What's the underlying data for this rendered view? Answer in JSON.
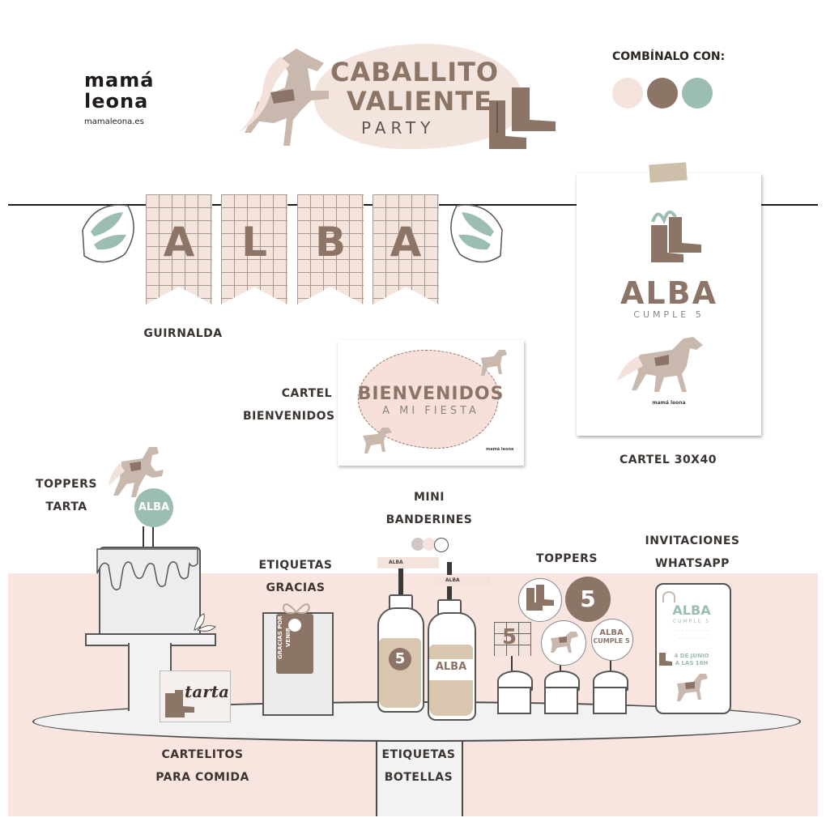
{
  "brand": {
    "line1": "mamá",
    "line2": "leona",
    "url": "mamaleona.es"
  },
  "header": {
    "title_line1": "CABALLITO",
    "title_line2": "VALIENTE",
    "title_line3": "PARTY"
  },
  "palette": {
    "label": "COMBÍNALO CON:",
    "swatches": [
      "#f4e3dc",
      "#8c7466",
      "#9cbdb1"
    ]
  },
  "garland": {
    "letters": [
      "A",
      "L",
      "B",
      "A"
    ],
    "label": "GUIRNALDA"
  },
  "poster_30x40": {
    "name": "ALBA",
    "subtitle": "CUMPLE 5",
    "footer": "mamá leona",
    "label": "CARTEL 30X40"
  },
  "welcome_sign": {
    "line1": "BIENVENIDOS",
    "line2": "A MI FIESTA",
    "footer": "mamá leona",
    "label_line1": "CARTEL",
    "label_line2": "BIENVENIDOS"
  },
  "cake_toppers": {
    "text": "ALBA",
    "label_line1": "TOPPERS",
    "label_line2": "TARTA"
  },
  "thank_you_tags": {
    "text": "GRACIAS POR VENIR",
    "label_line1": "ETIQUETAS",
    "label_line2": "GRACIAS"
  },
  "mini_pennants": {
    "text": "ALBA",
    "label_line1": "MINI",
    "label_line2": "BANDERINES"
  },
  "bottle_labels": {
    "number": "5",
    "name": "ALBA",
    "label": "ETIQUETAS BOTELLAS"
  },
  "toppers": {
    "number": "5",
    "name_line1": "ALBA",
    "name_line2": "CUMPLE 5",
    "label": "TOPPERS"
  },
  "food_cards": {
    "text": "tarta",
    "label_line1": "CARTELITOS",
    "label_line2": "PARA COMIDA"
  },
  "whatsapp_invite": {
    "name": "ALBA",
    "subtitle": "CUMPLE 5",
    "date_line1": "4 DE JUNIO",
    "date_line2": "A LAS 16H",
    "label_line1": "INVITACIONES",
    "label_line2": "WHATSAPP"
  },
  "icons": [
    "horse-icon",
    "boots-icon",
    "leaf-icon",
    "horseshoe-icon"
  ]
}
